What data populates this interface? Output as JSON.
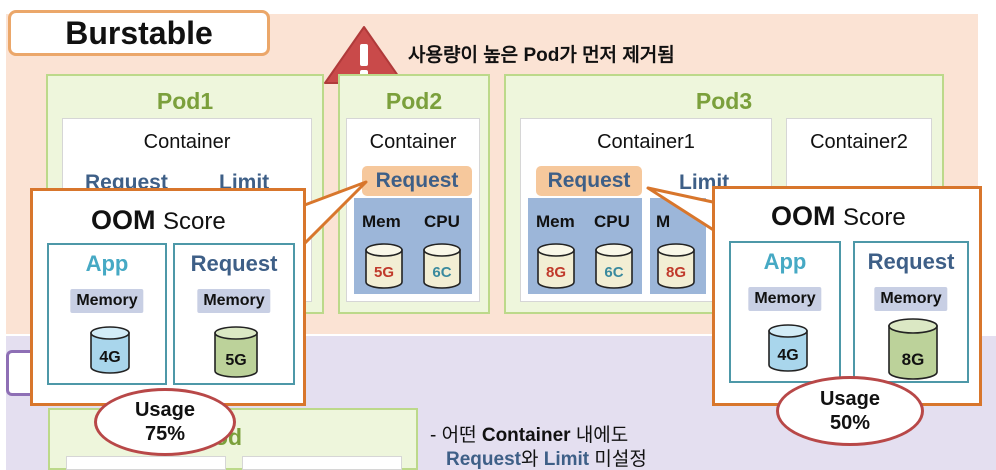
{
  "header": {
    "badge": "Burstable",
    "warning": "사용량이 높은 Pod가 먼저 제거됨"
  },
  "pods": [
    {
      "title": "Pod1",
      "containers": [
        {
          "label": "Container",
          "request": "Request",
          "limit": "Limit"
        }
      ]
    },
    {
      "title": "Pod2",
      "containers": [
        {
          "label": "Container",
          "request": "Request",
          "mem_label": "Mem",
          "cpu_label": "CPU",
          "mem": "5G",
          "cpu": "6C"
        }
      ]
    },
    {
      "title": "Pod3",
      "containers": [
        {
          "label": "Container1",
          "request": "Request",
          "limit": "Limit",
          "mem_label": "Mem",
          "cpu_label": "CPU",
          "mem": "8G",
          "cpu": "6C",
          "extra_label": "M",
          "extra_value": "8G"
        },
        {
          "label": "Container2"
        }
      ]
    }
  ],
  "callouts": [
    {
      "oom": "OOM",
      "score": "Score",
      "app": "App",
      "request": "Request",
      "memory_app": "Memory",
      "memory_req": "Memory",
      "app_value": "4G",
      "req_value": "5G",
      "usage_label": "Usage",
      "usage_value": "75%"
    },
    {
      "oom": "OOM",
      "score": "Score",
      "app": "App",
      "request": "Request",
      "memory_app": "Memory",
      "memory_req": "Memory",
      "app_value": "4G",
      "req_value": "8G",
      "usage_label": "Usage",
      "usage_value": "50%"
    }
  ],
  "bottom": {
    "pod_title_partial": "od",
    "note_prefix": "- 어떤 ",
    "note_container": "Container",
    "note_line1_suffix": " 내에도",
    "note_request": "Request",
    "note_wa": "와 ",
    "note_limit": "Limit",
    "note_line2_suffix": " 미설정"
  },
  "colors": {
    "pod_title": "#7ba03c",
    "request_text": "#3e5f87",
    "callout_border": "#d8762c",
    "usage_border": "#b84848",
    "app_title": "#46a9c4",
    "req_title": "#3e5f87",
    "mem_value_red": "#c0392b",
    "cpu_value_teal": "#3a8a9e",
    "warning_red": "#c94a4a"
  }
}
